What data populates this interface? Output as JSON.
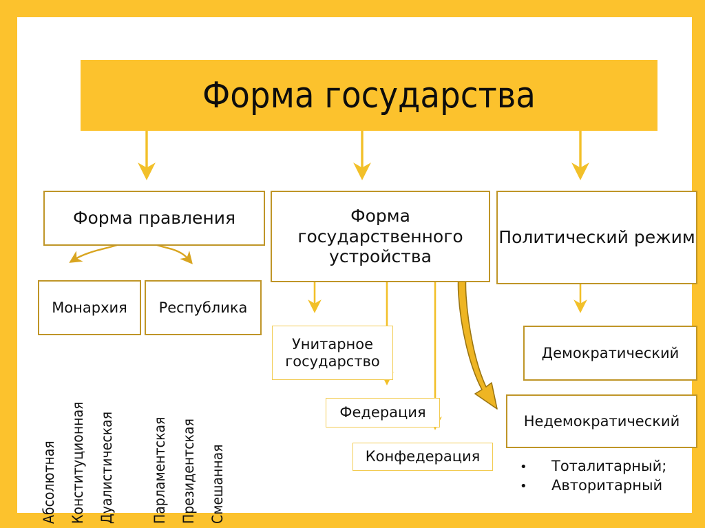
{
  "slide": {
    "frame_color": "#FCC22D",
    "background": "#ffffff",
    "border_strong": "#BF9527",
    "border_light": "#F2CB51",
    "arrow_color": "#F2C029",
    "thick_arrow_color": "#E8B31F",
    "thick_arrow_edge": "#9A7513"
  },
  "title": {
    "text": "Форма государства"
  },
  "branches": {
    "government": {
      "heading": "Форма правления",
      "children": [
        {
          "label": "Монархия",
          "subtypes": [
            "Абсолютная",
            "Конституционная",
            "Дуалистическая"
          ]
        },
        {
          "label": "Республика",
          "subtypes": [
            "Парламентская",
            "Президентская",
            "Смешанная"
          ]
        }
      ]
    },
    "structure": {
      "heading": "Форма государственного устройства",
      "children": [
        {
          "label": "Унитарное государство"
        },
        {
          "label": "Федерация"
        },
        {
          "label": "Конфедерация"
        }
      ]
    },
    "regime": {
      "heading": "Политический режим",
      "children": [
        {
          "label": "Демократический"
        },
        {
          "label": "Недемократический"
        }
      ],
      "bullet_marker": "•",
      "bullets": [
        "Тоталитарный;",
        "Авторитарный"
      ]
    }
  }
}
